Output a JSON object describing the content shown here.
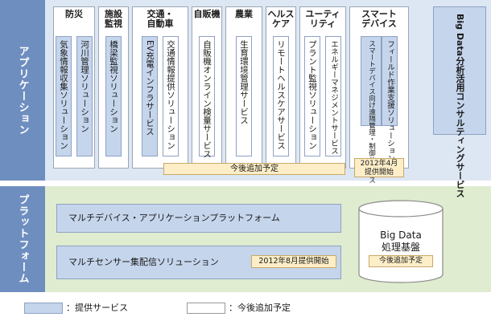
{
  "side_labels": {
    "application": "アプリケーション",
    "platform": "プラットフォーム"
  },
  "categories": [
    {
      "title": "防災",
      "services": [
        {
          "text": "気象情報収集ソリューション",
          "status": "provided"
        },
        {
          "text": "河川管理ソリューション",
          "status": "provided"
        }
      ]
    },
    {
      "title": "施設\n監視",
      "services": [
        {
          "text": "橋梁監視ソリューション",
          "status": "provided"
        }
      ]
    },
    {
      "title": "交通・\n自動車",
      "services": [
        {
          "text": "EV充電インフラサービス",
          "status": "provided"
        },
        {
          "text": "交通情報提供ソリューション",
          "status": "planned"
        }
      ]
    },
    {
      "title": "自販機",
      "services": [
        {
          "text": "自販機オンライン検量サービス",
          "status": "planned"
        }
      ]
    },
    {
      "title": "農業",
      "services": [
        {
          "text": "生育環境管理サービス",
          "status": "planned"
        }
      ]
    },
    {
      "title": "ヘルス\nケア",
      "services": [
        {
          "text": "リモートヘルスケアサービス",
          "status": "planned"
        }
      ]
    },
    {
      "title": "ユーティ\nリティ",
      "services": [
        {
          "text": "プラント監視ソリューション",
          "status": "planned"
        },
        {
          "text": "エネルギーマネジメントサービス",
          "status": "planned"
        }
      ]
    },
    {
      "title": "スマート\nデバイス",
      "services": [
        {
          "text": "スマートデバイス向け遠隔管理・制御サービス",
          "status": "provided"
        },
        {
          "text": "フィールド作業支援ソリューション",
          "status": "provided"
        }
      ]
    }
  ],
  "big_data_service": "Big Data分析活用コンサルティングサービス",
  "app_planned_label": "今後追加予定",
  "smart_device_date": "2012年4月\n提供開始",
  "platform": {
    "multi_device": "マルチデバイス・アプリケーションプラットフォーム",
    "multi_sensor": "マルチセンサー集配信ソリューション",
    "multi_sensor_date": "2012年8月提供開始",
    "big_data_base": "Big Data\n処理基盤",
    "big_data_base_planned": "今後追加予定"
  },
  "legend": {
    "provided": "：提供サービス",
    "planned": "：今後追加予定"
  }
}
